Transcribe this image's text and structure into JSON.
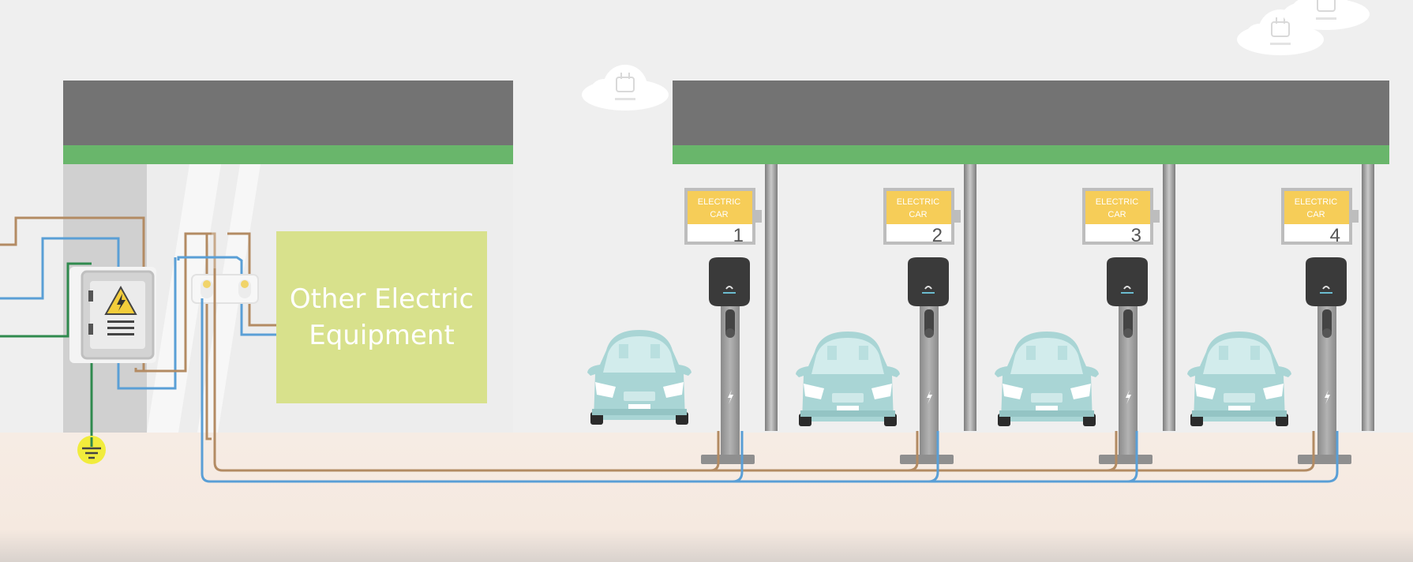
{
  "diagram": {
    "equipment_label": "Other Electric\nEquipment",
    "charging_bays": [
      {
        "sign_line1": "ELECTRIC",
        "sign_line2": "CAR",
        "number": "1"
      },
      {
        "sign_line1": "ELECTRIC",
        "sign_line2": "CAR",
        "number": "2"
      },
      {
        "sign_line1": "ELECTRIC",
        "sign_line2": "CAR",
        "number": "3"
      },
      {
        "sign_line1": "ELECTRIC",
        "sign_line2": "CAR",
        "number": "4"
      }
    ],
    "icons": [
      "cloud-icon",
      "electric-panel-icon",
      "breaker-icon",
      "ground-icon",
      "car-icon",
      "ev-charger-icon"
    ]
  },
  "colors": {
    "roof": "#737373",
    "roof_stripe": "#69b66b",
    "equipment_box": "#d8e18c",
    "sign": "#f6cd58",
    "car": "#a9d5d5",
    "charger_head": "#3a3a3a",
    "cable_live": "#b38b63",
    "cable_neutral": "#5a9fd6",
    "cable_ground": "#2f8a4e",
    "ground_symbol": "#f1ec3c"
  }
}
